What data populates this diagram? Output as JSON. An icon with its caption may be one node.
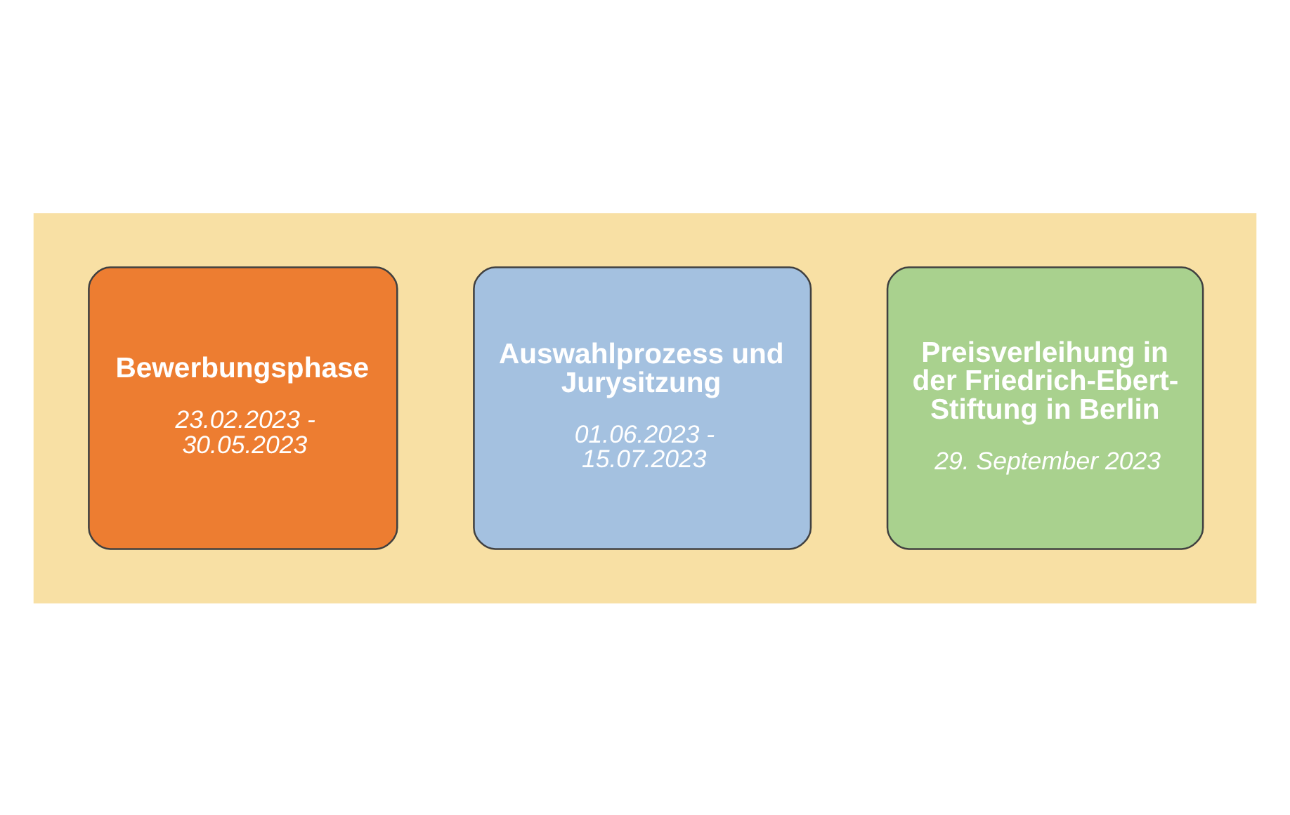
{
  "diagram": {
    "nodes": [
      {
        "text": [],
        "shape": "arrow"
      },
      {
        "text": [
          "Bewerbungsphase",
          "23.02.2023 - 30.05.2023"
        ],
        "in": 0
      },
      {
        "text": [
          "Auswahlprozess und Jurysitzung",
          "01.06.2023 - 15.07.2023"
        ],
        "in": 0
      },
      {
        "text": [
          "Preisverleihung in der Friedrich-Ebert-Stiftung in Berlin",
          "29. September 2023"
        ],
        "in": 0
      }
    ],
    "edges": []
  }
}
